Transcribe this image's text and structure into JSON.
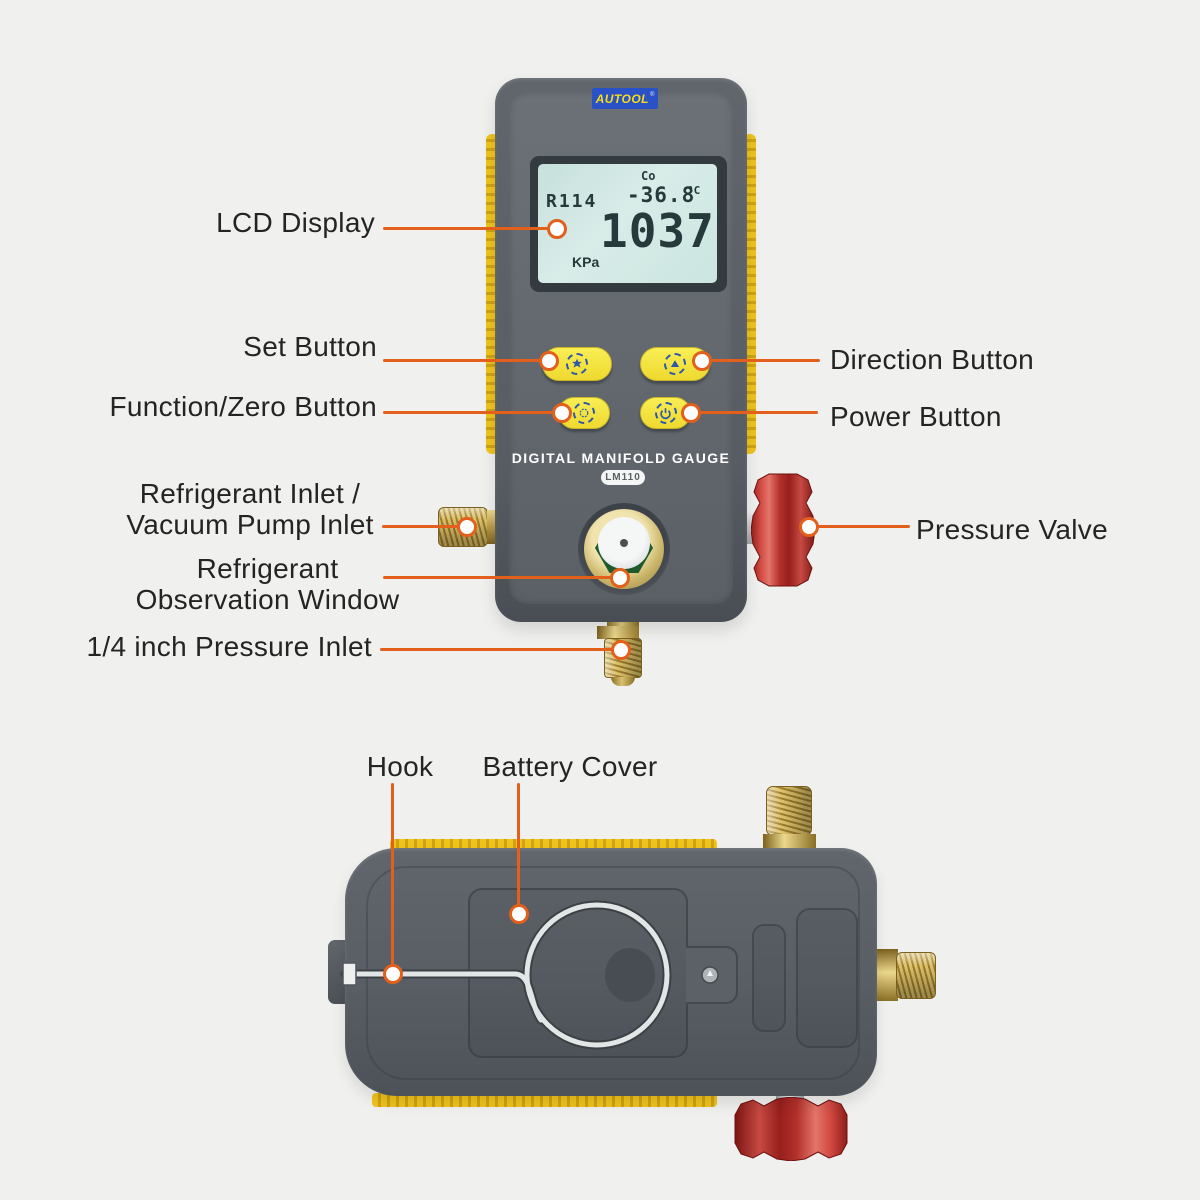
{
  "device": {
    "brand": "AUTOOL",
    "brand_reg": "®",
    "product_name": "DIGITAL MANIFOLD GAUGE",
    "model": "LM110",
    "lcd": {
      "refrigerant_mode": "R114",
      "temp_label": "Co",
      "temperature": "-36.8",
      "temp_unit": "°C",
      "pressure_reading": "1037",
      "pressure_unit": "KPa"
    }
  },
  "callouts": {
    "lcd_display": "LCD Display",
    "set_button": "Set Button",
    "function_zero_button": "Function/Zero Button",
    "refrigerant_inlet_line1": "Refrigerant Inlet /",
    "refrigerant_inlet_line2": "Vacuum Pump Inlet",
    "observation_line1": "Refrigerant",
    "observation_line2": "Observation Window",
    "pressure_inlet": "1/4 inch Pressure Inlet",
    "direction_button": "Direction Button",
    "power_button": "Power Button",
    "pressure_valve": "Pressure Valve",
    "hook": "Hook",
    "battery_cover": "Battery Cover"
  },
  "colors": {
    "accent_orange": "#e2601c",
    "body_gray": "#5d6369",
    "bumper_yellow": "#eec01c",
    "button_yellow": "#f2e23c",
    "icon_blue": "#2b57ab",
    "lcd_screen": "#cfe7e2",
    "brand_blue": "#2b51c7",
    "valve_red": "#b52a27",
    "brass": "#c5a44a"
  }
}
